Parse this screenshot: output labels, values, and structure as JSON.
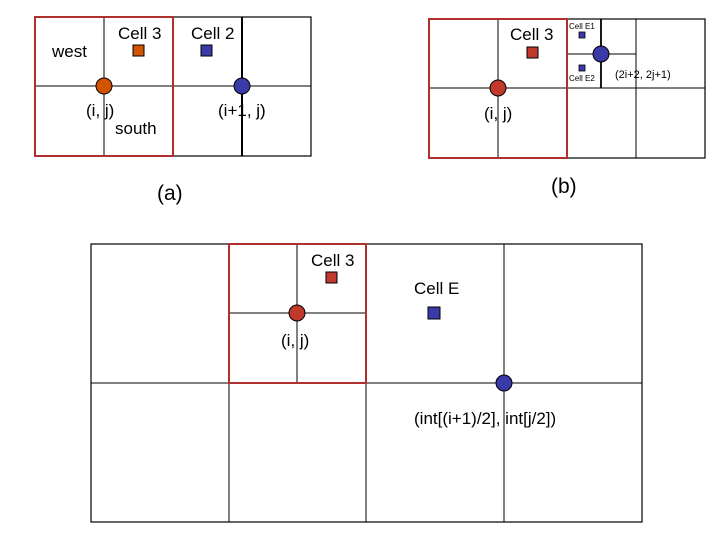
{
  "colors": {
    "red": "#c0392b",
    "orange": "#d35400",
    "blue": "#3a3aa8",
    "box_red": "#b03030",
    "line": "#000000"
  },
  "panel_a": {
    "cell3_label": "Cell 3",
    "cell2_label": "Cell 2",
    "west_label": "west",
    "south_label": "south",
    "point1_label": "(i, j)",
    "point2_label": "(i+1, j)",
    "caption": "(a)"
  },
  "panel_b": {
    "cell3_label": "Cell 3",
    "cellE1_label": "Cell E1",
    "cellE2_label": "Cell E2",
    "point1_label": "(i, j)",
    "point2_label": "(2i+2, 2j+1)",
    "caption": "(b)"
  },
  "panel_c": {
    "cell3_label": "Cell 3",
    "cellE_label": "Cell E",
    "point1_label": "(i, j)",
    "point2_label": "(int[(i+1)/2], int[j/2])"
  }
}
